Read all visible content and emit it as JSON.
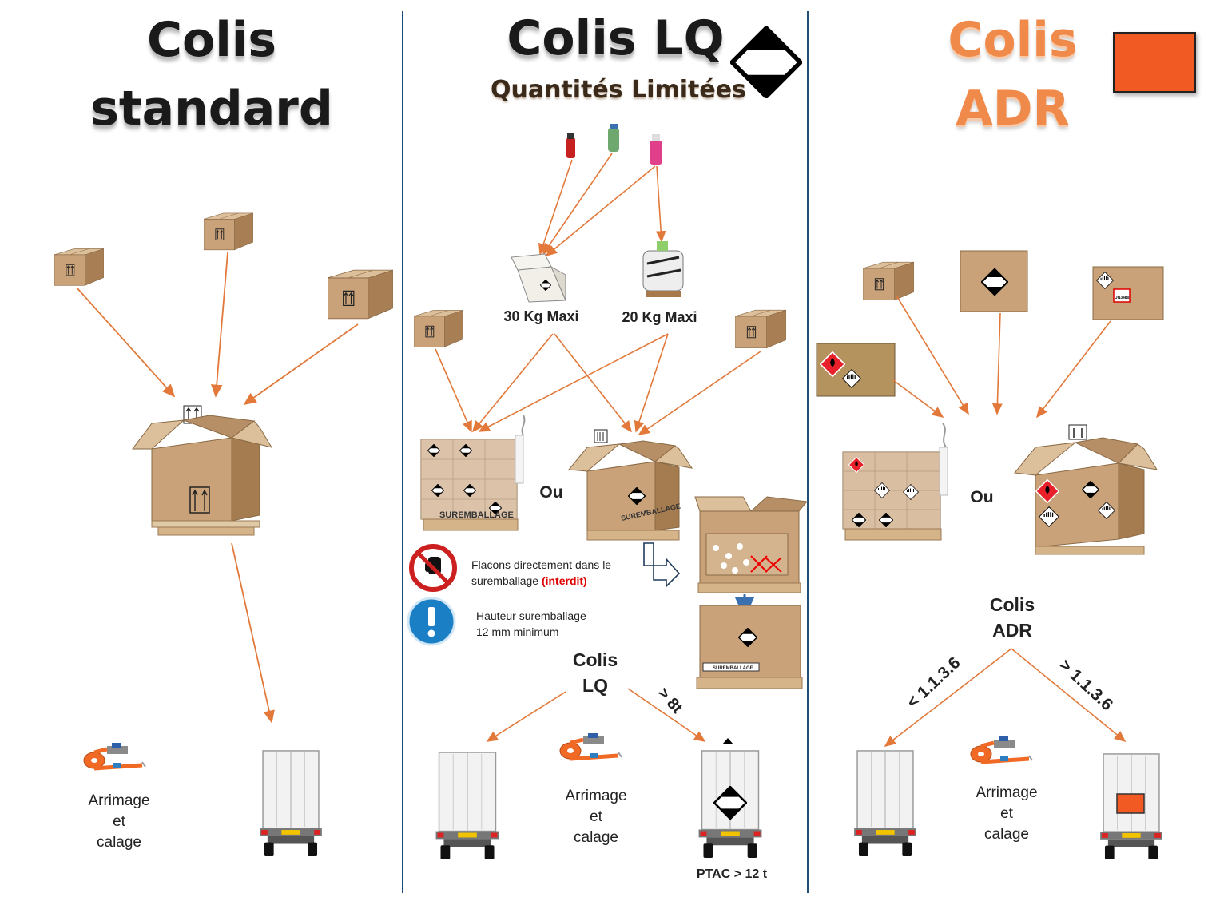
{
  "columns": {
    "standard": {
      "title_line1": "Colis",
      "title_line2": "standard",
      "arrimage": [
        "Arrimage",
        "et",
        "calage"
      ]
    },
    "lq": {
      "title": "Colis LQ",
      "subtitle": "Quantités Limitées",
      "weight_left": "30 Kg Maxi",
      "weight_right": "20 Kg Maxi",
      "or_label": "Ou",
      "overpack_text": "SUREMBALLAGE",
      "note_forbidden_text": "Flacons directement dans le suremballage",
      "note_forbidden_emphasis": "(interdit)",
      "note_height_line1": "Hauteur suremballage",
      "note_height_line2": "12 mm minimum",
      "hub_line1": "Colis",
      "hub_line2": "LQ",
      "threshold": "> 8t",
      "arrimage": [
        "Arrimage",
        "et",
        "calage"
      ],
      "ptac": "PTAC > 12 t"
    },
    "adr": {
      "title_line1": "Colis",
      "title_line2": "ADR",
      "or_label": "Ou",
      "hub_line1": "Colis",
      "hub_line2": "ADR",
      "threshold_low": "< 1.1.3.6",
      "threshold_high": "> 1.1.3.6",
      "arrimage": [
        "Arrimage",
        "et",
        "calage"
      ],
      "un_label": "UN3480",
      "placard_color": "#f15a22"
    }
  },
  "colors": {
    "arrow": "#e2793a",
    "divider": "#1f4e79",
    "cardboard": "#c9a27a"
  }
}
